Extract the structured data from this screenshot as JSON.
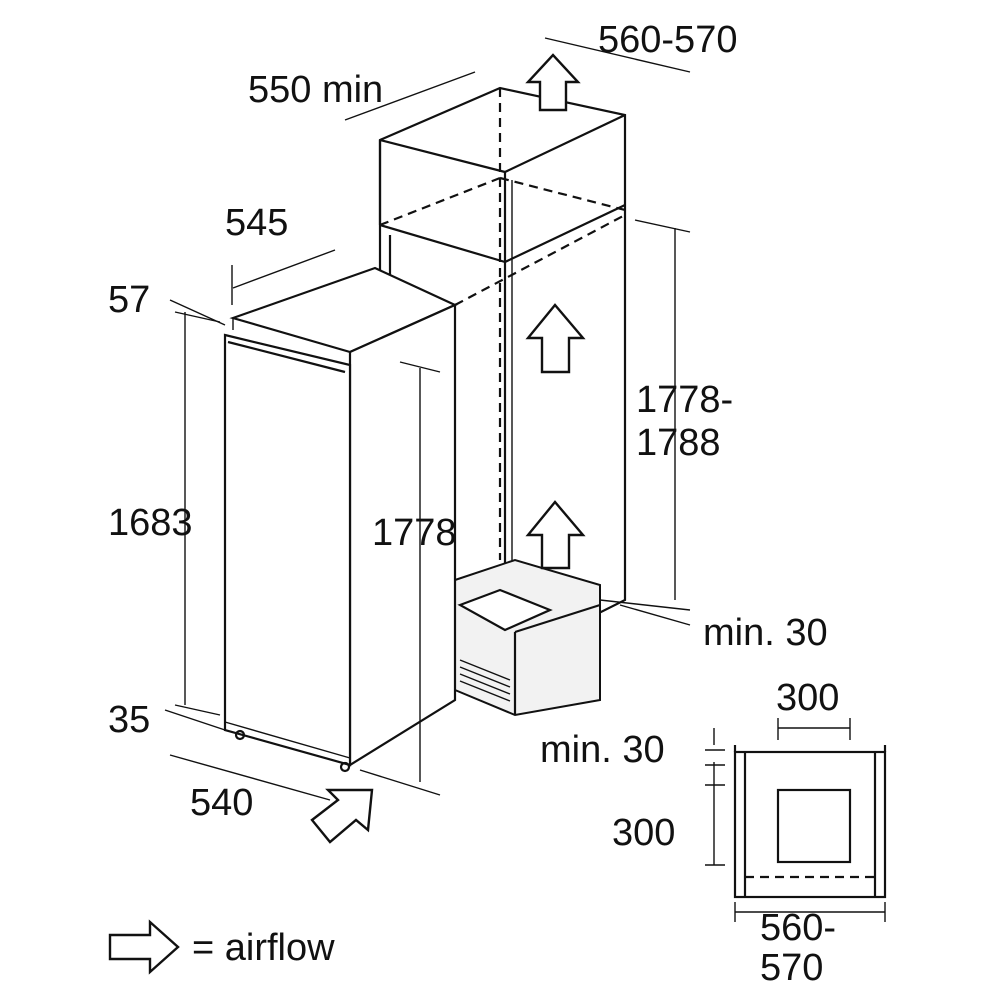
{
  "dimensions": {
    "niche_width_top": "560-570",
    "niche_depth_min": "550 min",
    "appliance_depth": "545",
    "door_offset_top": "57",
    "door_height": "1683",
    "appliance_height": "1778",
    "niche_height_line1": "1778-",
    "niche_height_line2": "1788",
    "plinth_gap": "min. 30",
    "door_offset_bottom": "35",
    "appliance_width": "540"
  },
  "vent_detail": {
    "vent_width": "300",
    "top_gap": "min. 30",
    "vent_height": "300",
    "niche_width_line1": "560-",
    "niche_width_line2": "570"
  },
  "legend": {
    "icon": "hollow-arrow-icon",
    "label": "= airflow"
  }
}
